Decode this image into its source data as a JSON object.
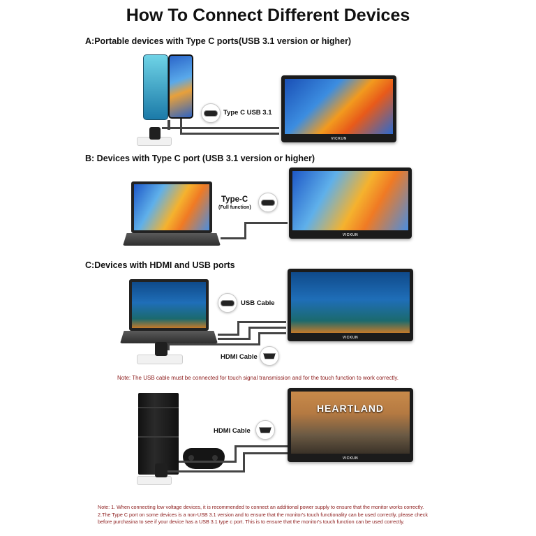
{
  "title": "How To Connect Different Devices",
  "section_a": {
    "heading": "A:Portable devices with Type C ports(USB 3.1 version or higher)",
    "callout": "Type C USB 3.1",
    "brand": "VICKUN"
  },
  "section_b": {
    "heading": "B: Devices with Type C port (USB 3.1 version or higher)",
    "callout": "Type-C",
    "callout_sub": "(Full function)",
    "brand": "VICKUN"
  },
  "section_c": {
    "heading": "C:Devices with HDMI and USB ports",
    "callout_usb": "USB Cable",
    "callout_hdmi": "HDMI Cable",
    "note": "Note: The USB cable must be connected for touch signal transmission and for the touch function to work correctly.",
    "brand": "VICKUN"
  },
  "section_d": {
    "callout_hdmi": "HDMI Cable",
    "game_title": "HEARTLAND",
    "brand": "VICKUN"
  },
  "notes": [
    "Note: 1. When connecting low voltage devices, it is recommended to connect an additional power supply to ensure that the monitor works correctly.",
    "2.The Type C port on some devices is a non-USB 3.1 version and to ensure that the monitor's touch functionality can be used correctly, please check",
    "before purchasina to see if your device has a USB 3.1 type c port. This is to ensure that the monitor's touch function can be used correctly."
  ]
}
